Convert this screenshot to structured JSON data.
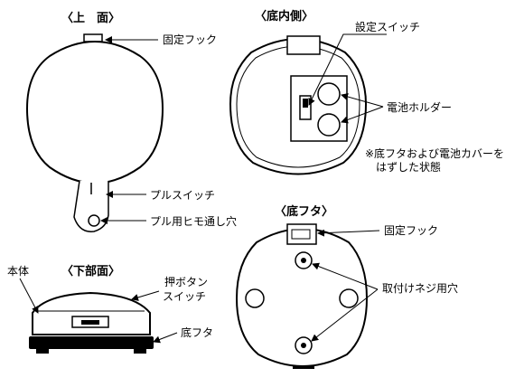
{
  "views": {
    "top": {
      "title": "〈上　面〉",
      "labels": {
        "lock_hook": "固定フック",
        "pull_switch": "プルスイッチ",
        "strap_hole": "プル用ヒモ通し穴"
      }
    },
    "inside_bottom": {
      "title": "〈底内側〉",
      "labels": {
        "setting_switch": "設定スイッチ",
        "battery_holder": "電池ホルダー"
      },
      "note_line1": "※底フタおよび電池カバーを",
      "note_line2": "はずした状態"
    },
    "lower": {
      "title": "〈下部面〉",
      "labels": {
        "body": "本体",
        "push_switch_1": "押ボタン",
        "push_switch_2": "スイッチ",
        "bottom_lid": "底フタ"
      }
    },
    "bottom_lid": {
      "title": "〈底フタ〉",
      "labels": {
        "lock_hook": "固定フック",
        "mount_hole": "取付けネジ用穴"
      }
    }
  }
}
